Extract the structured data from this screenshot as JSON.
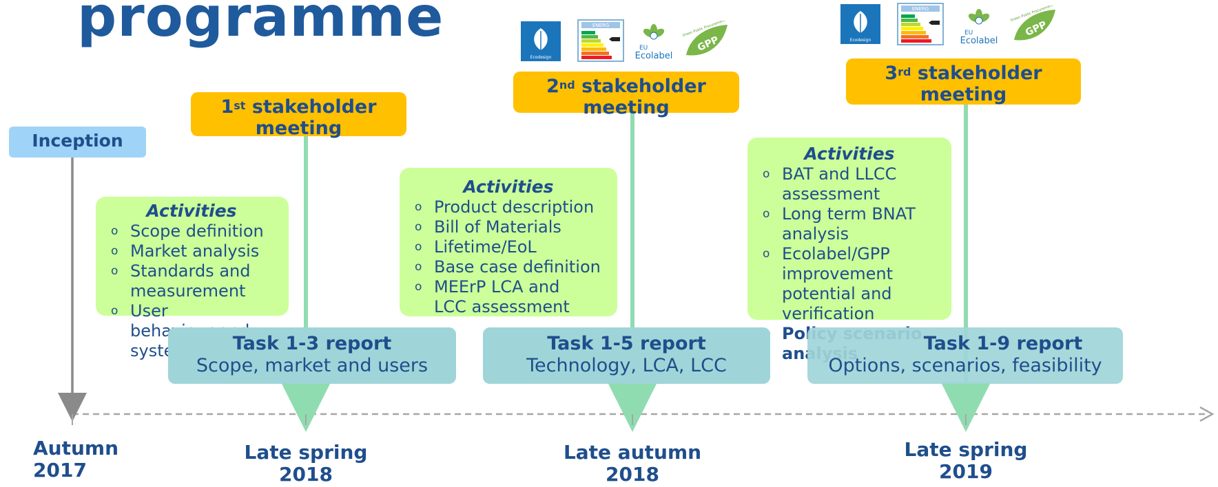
{
  "title": "programme",
  "inception": "Inception",
  "meetings": [
    {
      "num": "1",
      "sup": "st",
      "line1": " stakeholder",
      "line2": "meeting"
    },
    {
      "num": "2",
      "sup": "nd",
      "line1": " stakeholder",
      "line2": "meeting"
    },
    {
      "num": "3",
      "sup": "rd",
      "line1": " stakeholder",
      "line2": "meeting"
    }
  ],
  "activities": [
    {
      "title": "Activities",
      "items": [
        "Scope definition",
        "Market analysis",
        "Standards and measurement",
        "User behaviour and systems"
      ]
    },
    {
      "title": "Activities",
      "items": [
        "Product description",
        "Bill of Materials",
        "Lifetime/EoL",
        "Base case definition",
        "MEErP LCA and LCC assessment"
      ]
    },
    {
      "title": "Activities",
      "items": [
        "BAT and LLCC assessment",
        "Long term BNAT analysis",
        "Ecolabel/GPP improvement potential and verification",
        "Policy scenario analysis"
      ]
    }
  ],
  "tasks": [
    {
      "title": "Task 1-3 report",
      "subtitle": "Scope, market and users"
    },
    {
      "title": "Task 1-5 report",
      "subtitle": "Technology, LCA, LCC"
    },
    {
      "title": "Task 1-9 report",
      "subtitle": "Options, scenarios, feasibility"
    }
  ],
  "dates": [
    {
      "line1": "Autumn",
      "line2": "2017"
    },
    {
      "line1": "Late spring",
      "line2": "2018"
    },
    {
      "line1": "Late autumn",
      "line2": "2018"
    },
    {
      "line1": "Late spring",
      "line2": "2019"
    }
  ],
  "logos": {
    "ecodesign": "Ecodesign",
    "energy": "ENERG",
    "ecolabel_eu": "EU",
    "ecolabel": "Ecolabel",
    "gpp": "GPP",
    "gpp_arc": "Green Public Procurement"
  },
  "colors": {
    "title": "#1f5a9c",
    "text": "#1f4e8c",
    "meeting": "#ffc000",
    "inception": "#9fd3f7",
    "activities": "#ccff99",
    "task": "#9fd5d8",
    "milestone_line": "#8fdcb0",
    "inception_line": "#8a8a8a",
    "timeline": "#a6a6a6"
  }
}
